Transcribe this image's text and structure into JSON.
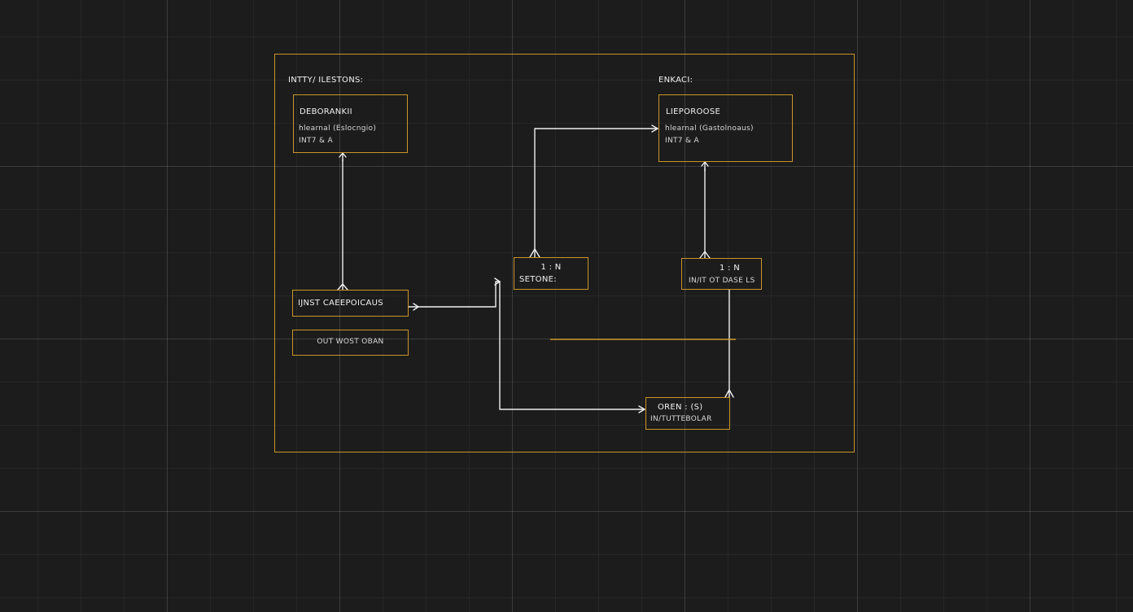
{
  "colors": {
    "background": "#1c1c1c",
    "grid_major": "#3a3a3a",
    "accent": "#c9952a",
    "connector": "#f0f0f0"
  },
  "diagram": {
    "group_left_title": "INTTY/ ILESTONS:",
    "group_right_title": "ENKACI:",
    "entity_left": {
      "title": "DEBORANKII",
      "line1": "hlearnal (Eslocngio)",
      "line2": "INT7 & A"
    },
    "entity_right": {
      "title": "LIEPOROOSE",
      "line1": "hlearnal (Gastolnoaus)",
      "line2": "INT7 & A"
    },
    "box_list": {
      "label": "IJNST CAEEPOICAUS"
    },
    "box_output": {
      "label": "OUT WOST OBAN"
    },
    "relation_mid": {
      "cardinality": "1 : N",
      "label": "SETONE:"
    },
    "relation_right": {
      "cardinality": "1 : N",
      "label": "IN/IT OT DASE LS"
    },
    "box_bottom": {
      "line1": "OREN : (S)",
      "line2": "IN/TUTTEBOLAR"
    }
  }
}
